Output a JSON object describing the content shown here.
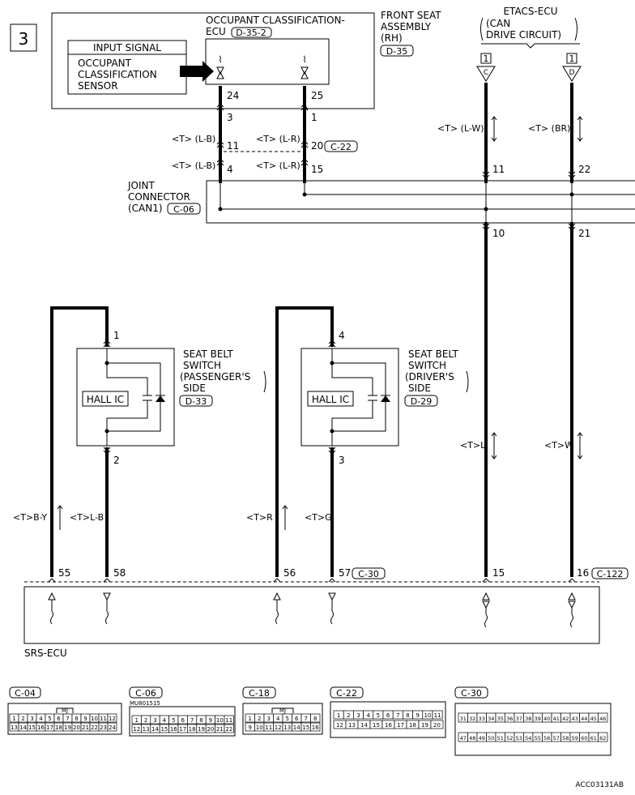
{
  "diagram": {
    "page_number": "3",
    "input_signal": {
      "header": "INPUT SIGNAL",
      "lines": [
        "OCCUPANT",
        "CLASSIFICATION",
        "SENSOR"
      ]
    },
    "occupant_ecu": {
      "lines": [
        "OCCUPANT CLASSIFICATION-",
        "ECU"
      ],
      "code": "D-35-2"
    },
    "front_seat": {
      "lines": [
        "FRONT SEAT",
        "ASSEMBLY",
        "(RH)"
      ],
      "code": "D-35"
    },
    "etacs": {
      "title": "ETACS-ECU",
      "lines": [
        "(CAN",
        "DRIVE CIRCUIT)"
      ],
      "term_c": "C",
      "term_d": "D",
      "term_box": "1"
    },
    "joint": {
      "lines": [
        "JOINT",
        "CONNECTOR",
        "(CAN1)"
      ],
      "code": "C-06"
    },
    "srs": {
      "label": "SRS-ECU"
    },
    "seat_belt_pass": {
      "lines": [
        "SEAT BELT",
        "SWITCH",
        "(PASSENGER'S",
        "SIDE"
      ],
      "code": "D-33",
      "ic": "HALL IC"
    },
    "seat_belt_drv": {
      "lines": [
        "SEAT BELT",
        "SWITCH",
        "(DRIVER'S",
        "SIDE"
      ],
      "code": "D-29",
      "ic": "HALL IC"
    },
    "pins": {
      "p24": "24",
      "p25": "25",
      "p3a": "3",
      "p1a": "1",
      "p11a": "11",
      "p20": "20",
      "p4a": "4",
      "p15a": "15",
      "p11b": "11",
      "p22": "22",
      "p10": "10",
      "p21": "21",
      "p1b": "1",
      "p2": "2",
      "p4b": "4",
      "p3b": "3",
      "p55": "55",
      "p58": "58",
      "p56": "56",
      "p57": "57",
      "p15b": "15",
      "p16": "16"
    },
    "connector_codes": {
      "c22": "C-22",
      "c30": "C-30",
      "c122": "C-122"
    },
    "wire_labels": {
      "t_lb_1": "<T> (L-B)",
      "t_lr_1": "<T> (L-R)",
      "t_lb_2": "<T> (L-B)",
      "t_lr_2": "<T> (L-R)",
      "t_lw": "<T> (L-W)",
      "t_br": "<T> (BR)",
      "t_l": "<T>L",
      "t_w": "<T>W",
      "t_by": "<T>B-Y",
      "t_lb_3": "<T>L-B",
      "t_r": "<T>R",
      "t_g": "<T>G"
    },
    "bottom_connectors": {
      "c04": {
        "code": "C-04",
        "tab": "MJ",
        "row1": [
          "1",
          "2",
          "3",
          "4",
          "5",
          "6",
          "7",
          "8",
          "9",
          "10",
          "11",
          "12"
        ],
        "row2": [
          "13",
          "14",
          "15",
          "16",
          "17",
          "18",
          "19",
          "20",
          "21",
          "22",
          "23",
          "24"
        ]
      },
      "c06": {
        "code": "C-06",
        "part": "MU801515",
        "row1": [
          "1",
          "2",
          "3",
          "4",
          "5",
          "6",
          "7",
          "8",
          "9",
          "10",
          "11"
        ],
        "row2": [
          "12",
          "13",
          "14",
          "15",
          "16",
          "17",
          "18",
          "19",
          "20",
          "21",
          "22"
        ]
      },
      "c18": {
        "code": "C-18",
        "tab": "MJ",
        "row1": [
          "1",
          "2",
          "3",
          "4",
          "5",
          "6",
          "7",
          "8"
        ],
        "row2": [
          "9",
          "10",
          "11",
          "12",
          "13",
          "14",
          "15",
          "16"
        ]
      },
      "c22": {
        "code": "C-22",
        "row1": [
          "1",
          "2",
          "3",
          "4",
          "5",
          "6",
          "7",
          "8",
          "9",
          "10",
          "11"
        ],
        "row2": [
          "12",
          "13",
          "14",
          "15",
          "16",
          "17",
          "18",
          "19",
          "20"
        ]
      },
      "c30": {
        "code": "C-30",
        "row1": [
          "31",
          "32",
          "33",
          "34",
          "35",
          "36",
          "37",
          "38",
          "39",
          "40",
          "41",
          "42",
          "43",
          "44",
          "45",
          "46"
        ],
        "row2": [
          "47",
          "48",
          "49",
          "50",
          "51",
          "52",
          "53",
          "54",
          "55",
          "56",
          "57",
          "58",
          "59",
          "60",
          "61",
          "62"
        ]
      }
    },
    "figure_code": "ACC03131AB"
  }
}
